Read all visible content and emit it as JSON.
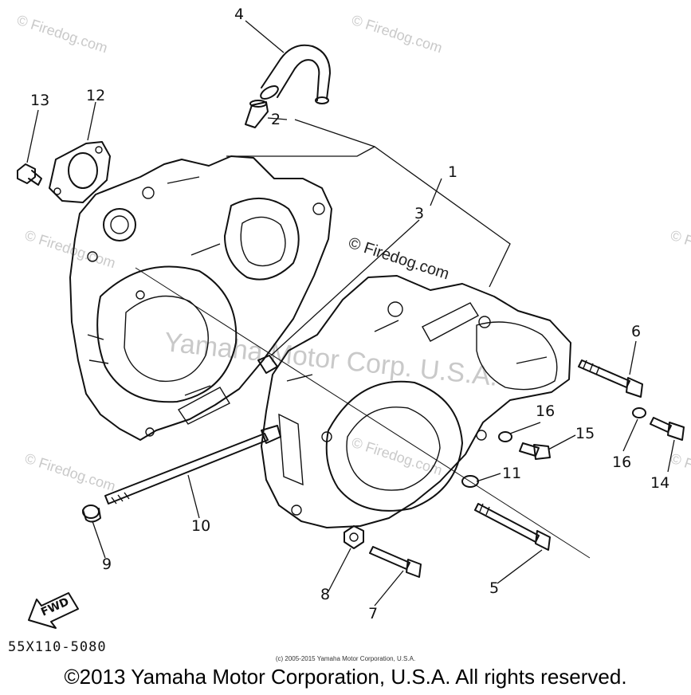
{
  "diagram": {
    "code": "55X110-5080",
    "fwd_label": "FWD",
    "watermark_center": "Yamaha Motor Corp. U.S.A.",
    "watermark_site": "© Firedog.com",
    "callouts": [
      {
        "id": "1",
        "text": "1"
      },
      {
        "id": "2",
        "text": "2"
      },
      {
        "id": "3",
        "text": "3"
      },
      {
        "id": "4",
        "text": "4"
      },
      {
        "id": "5",
        "text": "5"
      },
      {
        "id": "6",
        "text": "6"
      },
      {
        "id": "7",
        "text": "7"
      },
      {
        "id": "8",
        "text": "8"
      },
      {
        "id": "9",
        "text": "9"
      },
      {
        "id": "10",
        "text": "10"
      },
      {
        "id": "11",
        "text": "11"
      },
      {
        "id": "12",
        "text": "12"
      },
      {
        "id": "13",
        "text": "13"
      },
      {
        "id": "14",
        "text": "14"
      },
      {
        "id": "15",
        "text": "15"
      },
      {
        "id": "16a",
        "text": "16"
      },
      {
        "id": "16b",
        "text": "16"
      }
    ]
  },
  "footer": {
    "small_copyright": "(c) 2005-2015 Yamaha Motor Corporation, U.S.A.",
    "main_copyright": "©2013 Yamaha Motor Corporation, U.S.A. All rights reserved."
  }
}
